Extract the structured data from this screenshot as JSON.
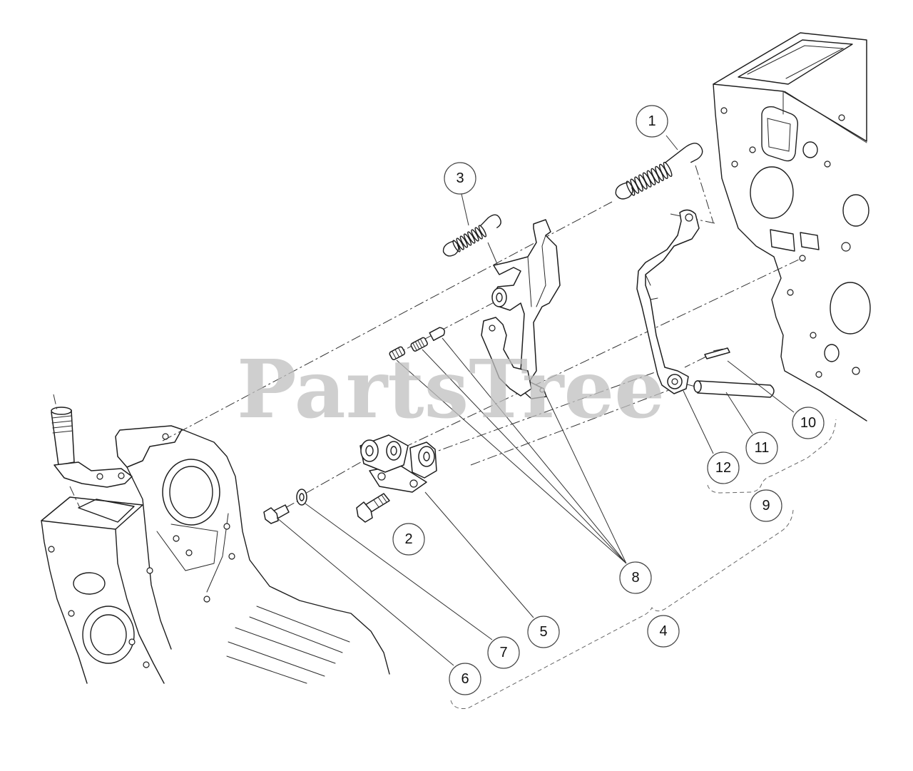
{
  "watermark": "PartsTree",
  "callouts": [
    "1",
    "2",
    "3",
    "4",
    "5",
    "6",
    "7",
    "8",
    "9",
    "10",
    "11",
    "12"
  ]
}
